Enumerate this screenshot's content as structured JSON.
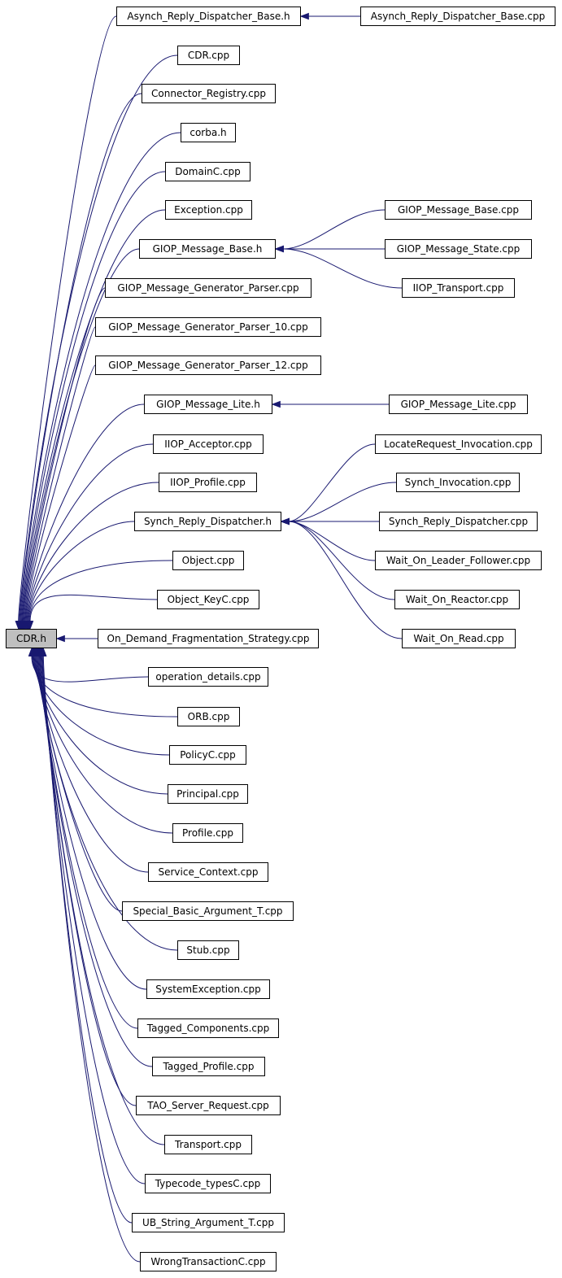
{
  "diagram": {
    "root": {
      "label": "CDR.h"
    },
    "children": [
      {
        "id": "n1",
        "label": "Asynch_Reply_Dispatcher_Base.h"
      },
      {
        "id": "n2",
        "label": "CDR.cpp"
      },
      {
        "id": "n3",
        "label": "Connector_Registry.cpp"
      },
      {
        "id": "n4",
        "label": "corba.h"
      },
      {
        "id": "n5",
        "label": "DomainC.cpp"
      },
      {
        "id": "n6",
        "label": "Exception.cpp"
      },
      {
        "id": "n7",
        "label": "GIOP_Message_Base.h"
      },
      {
        "id": "n8",
        "label": "GIOP_Message_Generator_Parser.cpp"
      },
      {
        "id": "n9",
        "label": "GIOP_Message_Generator_Parser_10.cpp"
      },
      {
        "id": "n10",
        "label": "GIOP_Message_Generator_Parser_12.cpp"
      },
      {
        "id": "n11",
        "label": "GIOP_Message_Lite.h"
      },
      {
        "id": "n12",
        "label": "IIOP_Acceptor.cpp"
      },
      {
        "id": "n13",
        "label": "IIOP_Profile.cpp"
      },
      {
        "id": "n14",
        "label": "Synch_Reply_Dispatcher.h"
      },
      {
        "id": "n15",
        "label": "Object.cpp"
      },
      {
        "id": "n16",
        "label": "Object_KeyC.cpp"
      },
      {
        "id": "n17",
        "label": "On_Demand_Fragmentation_Strategy.cpp"
      },
      {
        "id": "n18",
        "label": "operation_details.cpp"
      },
      {
        "id": "n19",
        "label": "ORB.cpp"
      },
      {
        "id": "n20",
        "label": "PolicyC.cpp"
      },
      {
        "id": "n21",
        "label": "Principal.cpp"
      },
      {
        "id": "n22",
        "label": "Profile.cpp"
      },
      {
        "id": "n23",
        "label": "Service_Context.cpp"
      },
      {
        "id": "n24",
        "label": "Special_Basic_Argument_T.cpp"
      },
      {
        "id": "n25",
        "label": "Stub.cpp"
      },
      {
        "id": "n26",
        "label": "SystemException.cpp"
      },
      {
        "id": "n27",
        "label": "Tagged_Components.cpp"
      },
      {
        "id": "n28",
        "label": "Tagged_Profile.cpp"
      },
      {
        "id": "n29",
        "label": "TAO_Server_Request.cpp"
      },
      {
        "id": "n30",
        "label": "Transport.cpp"
      },
      {
        "id": "n31",
        "label": "Typecode_typesC.cpp"
      },
      {
        "id": "n32",
        "label": "UB_String_Argument_T.cpp"
      },
      {
        "id": "n33",
        "label": "WrongTransactionC.cpp"
      }
    ],
    "grandchildren": [
      {
        "id": "g1",
        "label": "Asynch_Reply_Dispatcher_Base.cpp",
        "parent": "n1"
      },
      {
        "id": "g2",
        "label": "GIOP_Message_Base.cpp",
        "parent": "n7"
      },
      {
        "id": "g3",
        "label": "GIOP_Message_State.cpp",
        "parent": "n7"
      },
      {
        "id": "g4",
        "label": "IIOP_Transport.cpp",
        "parent": "n7"
      },
      {
        "id": "g5",
        "label": "GIOP_Message_Lite.cpp",
        "parent": "n11"
      },
      {
        "id": "g6",
        "label": "LocateRequest_Invocation.cpp",
        "parent": "n14"
      },
      {
        "id": "g7",
        "label": "Synch_Invocation.cpp",
        "parent": "n14"
      },
      {
        "id": "g8",
        "label": "Synch_Reply_Dispatcher.cpp",
        "parent": "n14"
      },
      {
        "id": "g9",
        "label": "Wait_On_Leader_Follower.cpp",
        "parent": "n14"
      },
      {
        "id": "g10",
        "label": "Wait_On_Reactor.cpp",
        "parent": "n14"
      },
      {
        "id": "g11",
        "label": "Wait_On_Read.cpp",
        "parent": "n14"
      }
    ],
    "colors": {
      "edge": "#191970",
      "root_fill": "#bfbfbf",
      "node_fill": "#ffffff",
      "node_border": "#000000"
    }
  }
}
